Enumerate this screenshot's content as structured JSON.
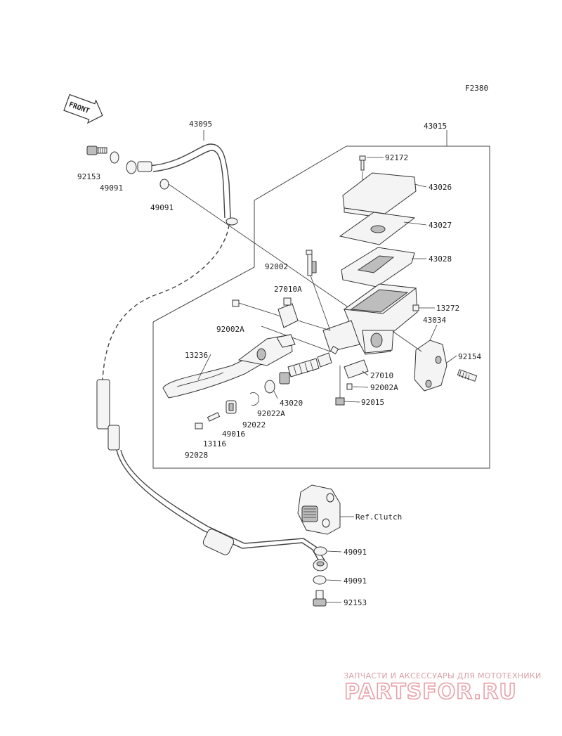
{
  "figure_code": "F2380",
  "front_label": "FRONT",
  "parts": [
    {
      "id": "p-43095",
      "number": "43095"
    },
    {
      "id": "p-43015",
      "number": "43015"
    },
    {
      "id": "p-92153a",
      "number": "92153"
    },
    {
      "id": "p-49091a",
      "number": "49091"
    },
    {
      "id": "p-49091b",
      "number": "49091"
    },
    {
      "id": "p-92172",
      "number": "92172"
    },
    {
      "id": "p-43026",
      "number": "43026"
    },
    {
      "id": "p-43027",
      "number": "43027"
    },
    {
      "id": "p-43028",
      "number": "43028"
    },
    {
      "id": "p-92002",
      "number": "92002"
    },
    {
      "id": "p-27010A",
      "number": "27010A"
    },
    {
      "id": "p-13272",
      "number": "13272"
    },
    {
      "id": "p-43034",
      "number": "43034"
    },
    {
      "id": "p-92002Aa",
      "number": "92002A"
    },
    {
      "id": "p-13236",
      "number": "13236"
    },
    {
      "id": "p-92154",
      "number": "92154"
    },
    {
      "id": "p-27010",
      "number": "27010"
    },
    {
      "id": "p-92002Ab",
      "number": "92002A"
    },
    {
      "id": "p-43020",
      "number": "43020"
    },
    {
      "id": "p-92015",
      "number": "92015"
    },
    {
      "id": "p-92022A",
      "number": "92022A"
    },
    {
      "id": "p-92022",
      "number": "92022"
    },
    {
      "id": "p-49016",
      "number": "49016"
    },
    {
      "id": "p-13116",
      "number": "13116"
    },
    {
      "id": "p-92028",
      "number": "92028"
    },
    {
      "id": "p-refclutch",
      "number": "Ref.Clutch"
    },
    {
      "id": "p-49091c",
      "number": "49091"
    },
    {
      "id": "p-49091d",
      "number": "49091"
    },
    {
      "id": "p-92153b",
      "number": "92153"
    }
  ],
  "watermark": {
    "line1": "ЗАПЧАСТИ И АКСЕССУАРЫ ДЛЯ МОТОТЕХНИКИ",
    "line2": "PARTSFOR.RU"
  }
}
